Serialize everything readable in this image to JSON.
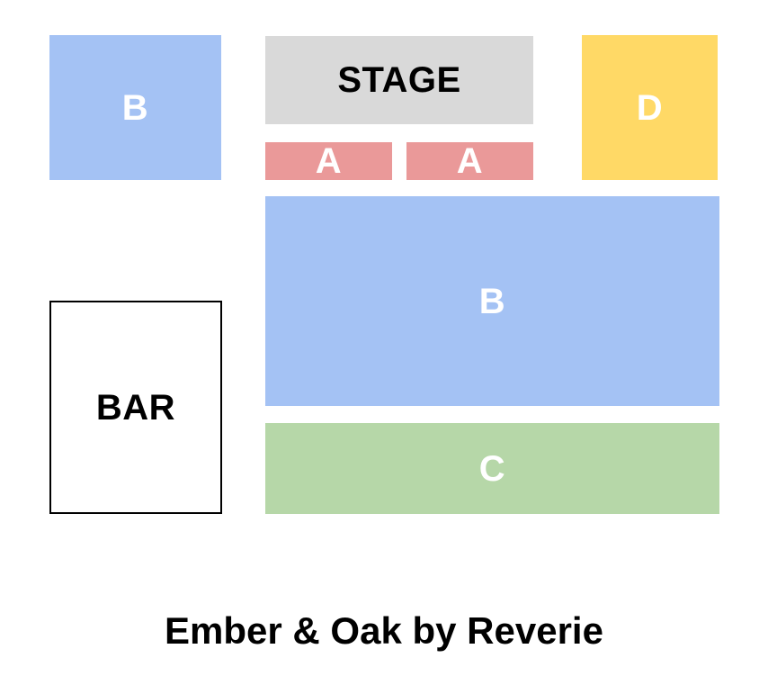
{
  "venue": {
    "title": "Ember & Oak by Reverie",
    "background_color": "#ffffff",
    "stage": {
      "label": "STAGE",
      "fill": "#d9d9d9",
      "text_color": "#000000"
    },
    "bar": {
      "label": "BAR",
      "fill": "#ffffff",
      "border_color": "#000000",
      "text_color": "#000000"
    },
    "sections": [
      {
        "name": "section-b-upper-left",
        "label": "B",
        "fill": "#a4c2f4",
        "text_color": "#ffffff"
      },
      {
        "name": "section-a-stage-left",
        "label": "A",
        "fill": "#ea9999",
        "text_color": "#ffffff"
      },
      {
        "name": "section-a-stage-right",
        "label": "A",
        "fill": "#ea9999",
        "text_color": "#ffffff"
      },
      {
        "name": "section-d",
        "label": "D",
        "fill": "#ffd966",
        "text_color": "#ffffff"
      },
      {
        "name": "section-b-main",
        "label": "B",
        "fill": "#a4c2f4",
        "text_color": "#ffffff"
      },
      {
        "name": "section-c",
        "label": "C",
        "fill": "#b6d7a8",
        "text_color": "#ffffff"
      }
    ]
  }
}
